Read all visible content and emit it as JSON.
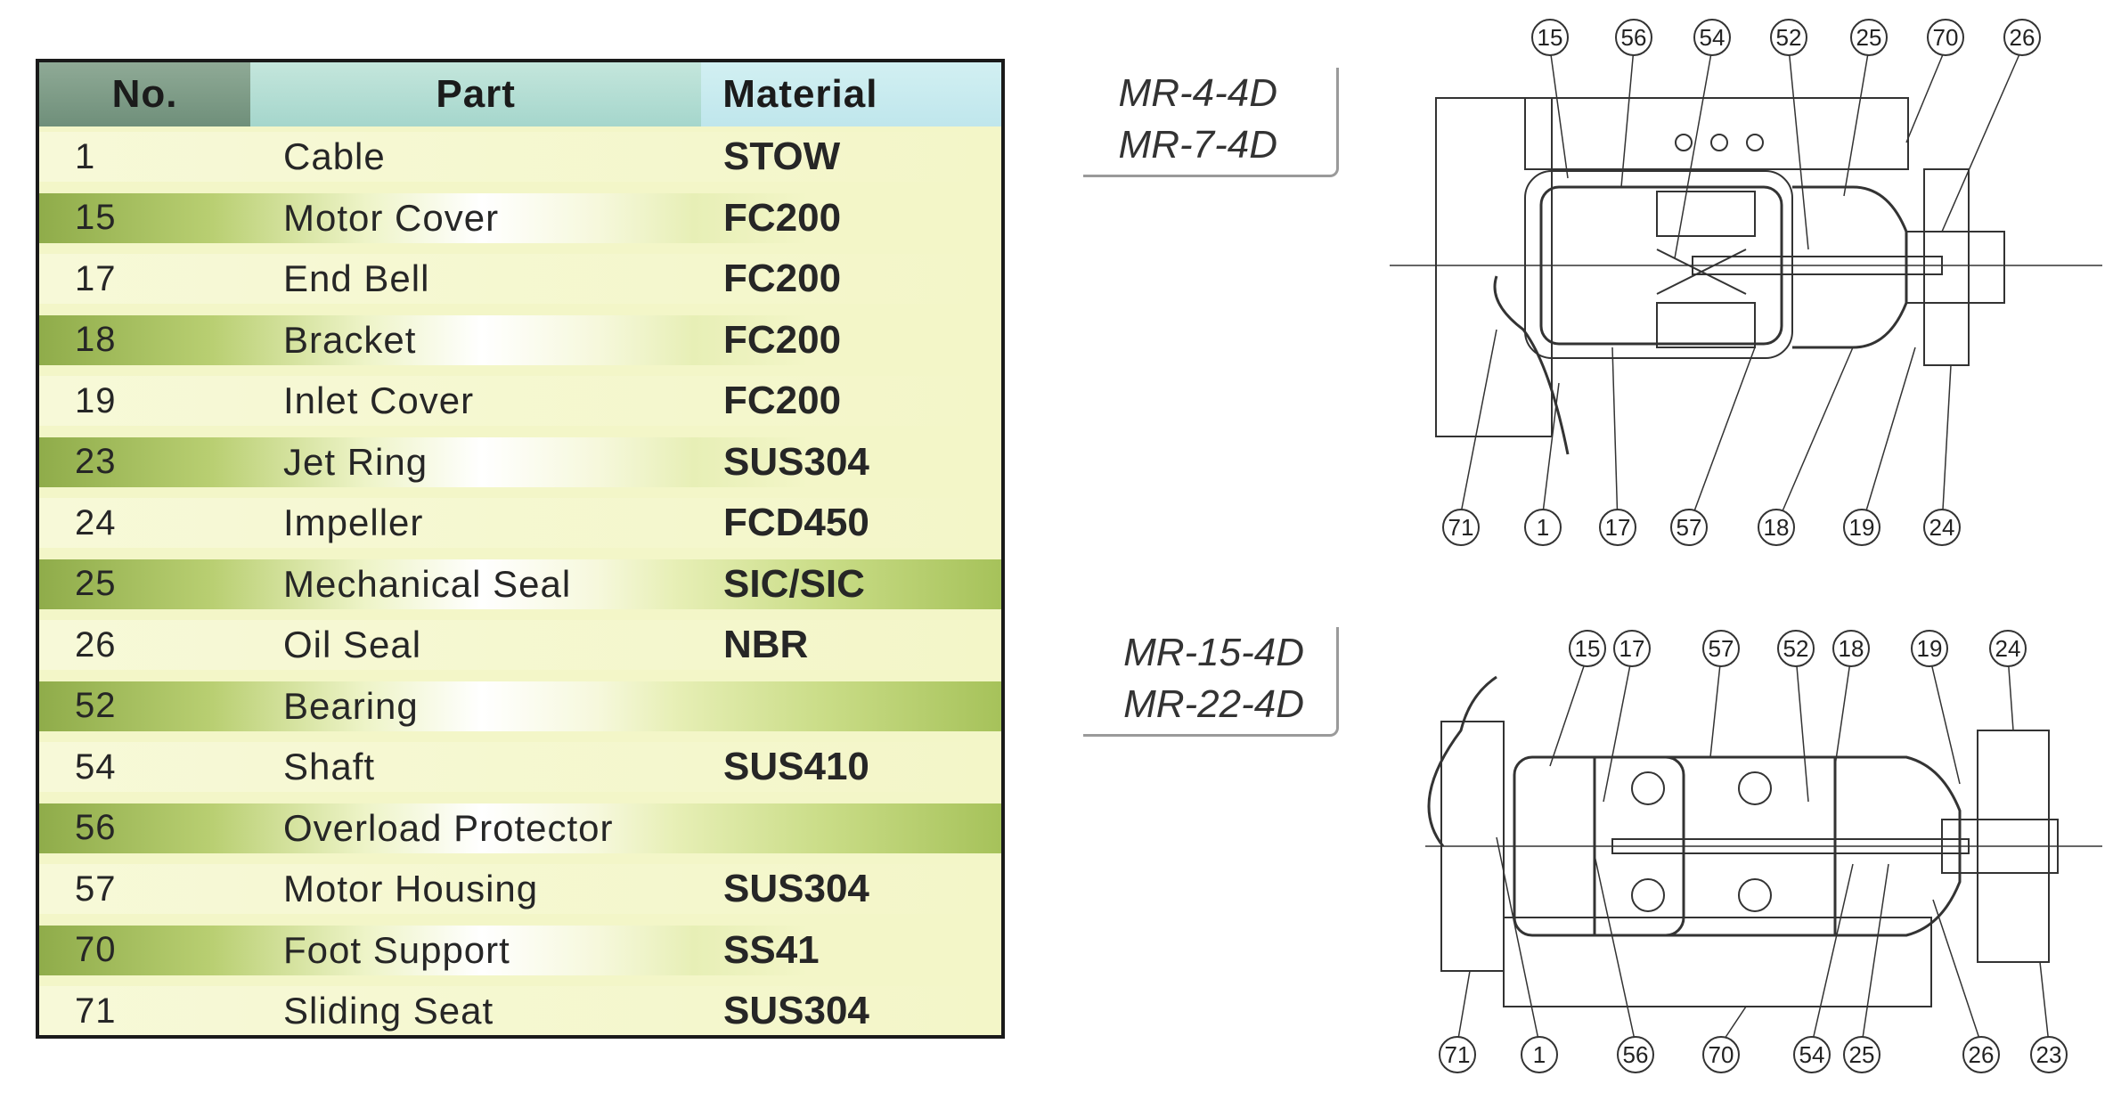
{
  "table": {
    "headers": {
      "no": "No.",
      "part": "Part",
      "material": "Material"
    },
    "rows": [
      {
        "no": "1",
        "part": "Cable",
        "material": "STOW"
      },
      {
        "no": "15",
        "part": "Motor Cover",
        "material": "FC200"
      },
      {
        "no": "17",
        "part": "End Bell",
        "material": "FC200"
      },
      {
        "no": "18",
        "part": "Bracket",
        "material": "FC200"
      },
      {
        "no": "19",
        "part": "Inlet Cover",
        "material": "FC200"
      },
      {
        "no": "23",
        "part": "Jet Ring",
        "material": "SUS304"
      },
      {
        "no": "24",
        "part": "Impeller",
        "material": "FCD450"
      },
      {
        "no": "25",
        "part": "Mechanical Seal",
        "material": "SIC/SIC"
      },
      {
        "no": "26",
        "part": "Oil Seal",
        "material": "NBR"
      },
      {
        "no": "52",
        "part": "Bearing",
        "material": ""
      },
      {
        "no": "54",
        "part": "Shaft",
        "material": "SUS410"
      },
      {
        "no": "56",
        "part": "Overload Protector",
        "material": ""
      },
      {
        "no": "57",
        "part": "Motor Housing",
        "material": "SUS304"
      },
      {
        "no": "70",
        "part": "Foot Support",
        "material": "SS41"
      },
      {
        "no": "71",
        "part": "Sliding Seat",
        "material": "SUS304"
      }
    ]
  },
  "models": {
    "top": {
      "line1": "MR-4-4D",
      "line2": "MR-7-4D"
    },
    "bottom": {
      "line1": "MR-15-4D",
      "line2": "MR-22-4D"
    }
  },
  "diagram_top": {
    "callouts_top": [
      "15",
      "56",
      "54",
      "52",
      "25",
      "70",
      "26"
    ],
    "callouts_bottom": [
      "71",
      "1",
      "17",
      "57",
      "18",
      "19",
      "24"
    ]
  },
  "diagram_bottom": {
    "callouts_top": [
      "15",
      "17",
      "57",
      "52",
      "18",
      "19",
      "24"
    ],
    "callouts_bottom": [
      "71",
      "1",
      "56",
      "70",
      "54",
      "25",
      "26",
      "23"
    ]
  }
}
